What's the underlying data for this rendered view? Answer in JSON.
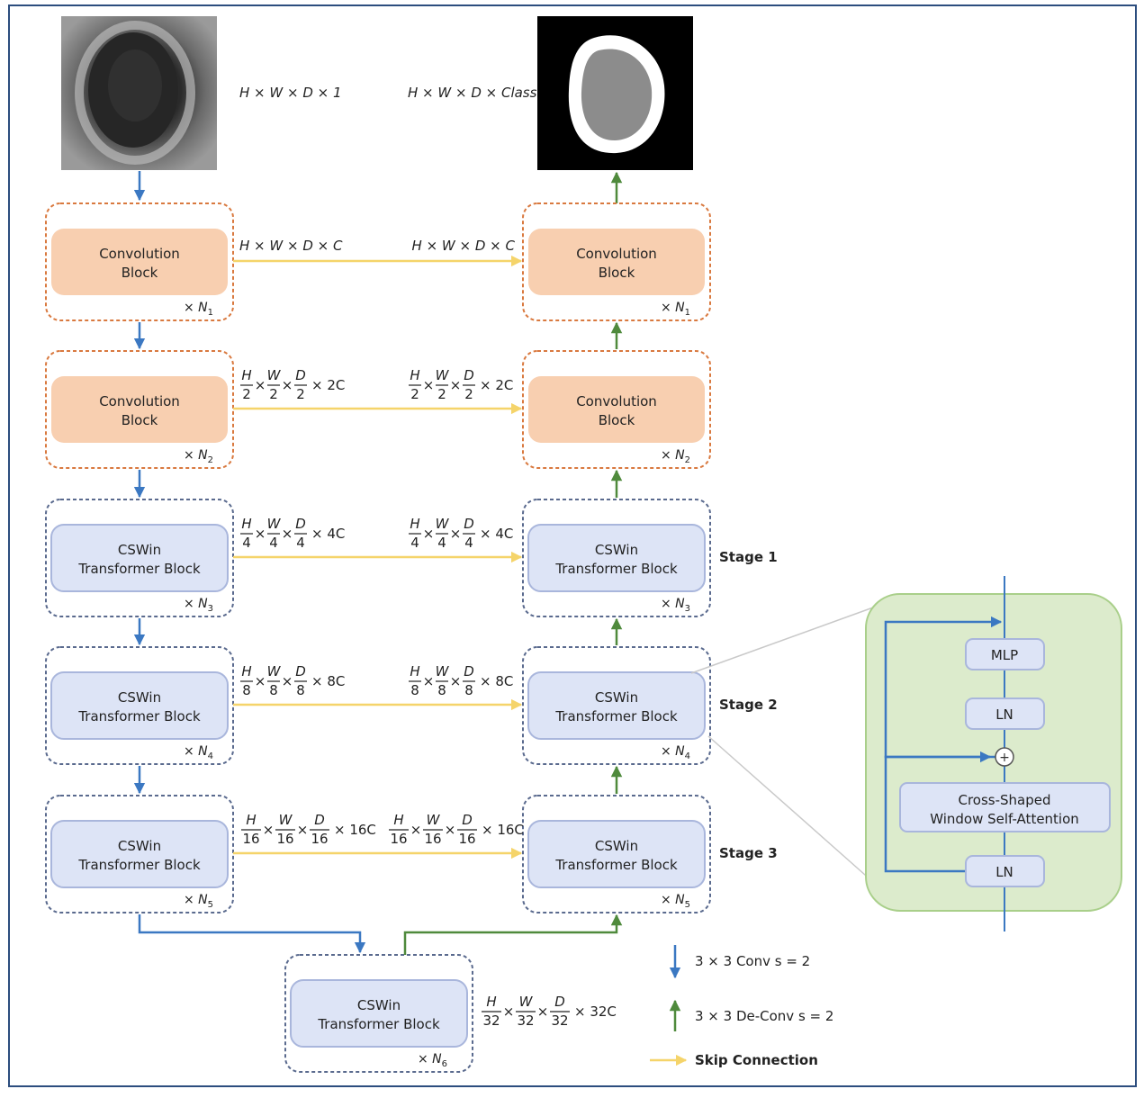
{
  "input": {
    "dim_label": "H × W × D × 1"
  },
  "output": {
    "dim_label": "H × W × D × Class"
  },
  "encoder": [
    {
      "title": [
        "Convolution",
        "Block"
      ],
      "repeat_prefix": "× ",
      "repeat_var": "N",
      "repeat_sub": "1",
      "kind": "conv"
    },
    {
      "title": [
        "Convolution",
        "Block"
      ],
      "repeat_prefix": "× ",
      "repeat_var": "N",
      "repeat_sub": "2",
      "kind": "conv"
    },
    {
      "title": [
        "CSWin",
        "Transformer Block"
      ],
      "repeat_prefix": "× ",
      "repeat_var": "N",
      "repeat_sub": "3",
      "kind": "cswin"
    },
    {
      "title": [
        "CSWin",
        "Transformer Block"
      ],
      "repeat_prefix": "× ",
      "repeat_var": "N",
      "repeat_sub": "4",
      "kind": "cswin"
    },
    {
      "title": [
        "CSWin",
        "Transformer Block"
      ],
      "repeat_prefix": "× ",
      "repeat_var": "N",
      "repeat_sub": "5",
      "kind": "cswin"
    }
  ],
  "decoder": [
    {
      "title": [
        "Convolution",
        "Block"
      ],
      "repeat_prefix": "× ",
      "repeat_var": "N",
      "repeat_sub": "1",
      "kind": "conv",
      "stage": ""
    },
    {
      "title": [
        "Convolution",
        "Block"
      ],
      "repeat_prefix": "× ",
      "repeat_var": "N",
      "repeat_sub": "2",
      "kind": "conv",
      "stage": ""
    },
    {
      "title": [
        "CSWin",
        "Transformer Block"
      ],
      "repeat_prefix": "× ",
      "repeat_var": "N",
      "repeat_sub": "3",
      "kind": "cswin",
      "stage": "Stage 1"
    },
    {
      "title": [
        "CSWin",
        "Transformer Block"
      ],
      "repeat_prefix": "× ",
      "repeat_var": "N",
      "repeat_sub": "4",
      "kind": "cswin",
      "stage": "Stage 2"
    },
    {
      "title": [
        "CSWin",
        "Transformer Block"
      ],
      "repeat_prefix": "× ",
      "repeat_var": "N",
      "repeat_sub": "5",
      "kind": "cswin",
      "stage": "Stage 3"
    }
  ],
  "bottleneck": {
    "title": [
      "CSWin",
      "Transformer Block"
    ],
    "repeat_prefix": "× ",
    "repeat_var": "N",
    "repeat_sub": "6",
    "dims": {
      "h": "32",
      "w": "32",
      "d": "32",
      "c": "× 32C"
    }
  },
  "skip_dims": [
    {
      "plain": "H × W × D × C"
    },
    {
      "h": "2",
      "w": "2",
      "d": "2",
      "c": "× 2C"
    },
    {
      "h": "4",
      "w": "4",
      "d": "4",
      "c": "× 4C"
    },
    {
      "h": "8",
      "w": "8",
      "d": "8",
      "c": "× 8C"
    },
    {
      "h": "16",
      "w": "16",
      "d": "16",
      "c": "× 16C"
    }
  ],
  "frac_symbols": {
    "h": "H",
    "w": "W",
    "d": "D",
    "times": "×"
  },
  "detail": {
    "mlp": "MLP",
    "ln_top": "LN",
    "plus": "+",
    "attention": [
      "Cross-Shaped",
      "Window Self-Attention"
    ],
    "ln_bottom": "LN"
  },
  "legend": {
    "conv": "3 × 3 Conv s = 2",
    "deconv": "3 × 3 De-Conv s = 2",
    "skip": "Skip Connection"
  },
  "colors": {
    "conv_fill": "#f8cfb0",
    "conv_border": "#d9793f",
    "cswin_fill": "#dde4f6",
    "cswin_stroke": "#a9b6dc",
    "cswin_border": "#5a6a8e",
    "down_arrow": "#3b78c2",
    "up_arrow": "#4f8a3c",
    "skip_arrow": "#f5d46a",
    "detail_fill": "#dcebcc",
    "detail_border": "#a9cf8a",
    "frame": "#2c4d7e"
  }
}
